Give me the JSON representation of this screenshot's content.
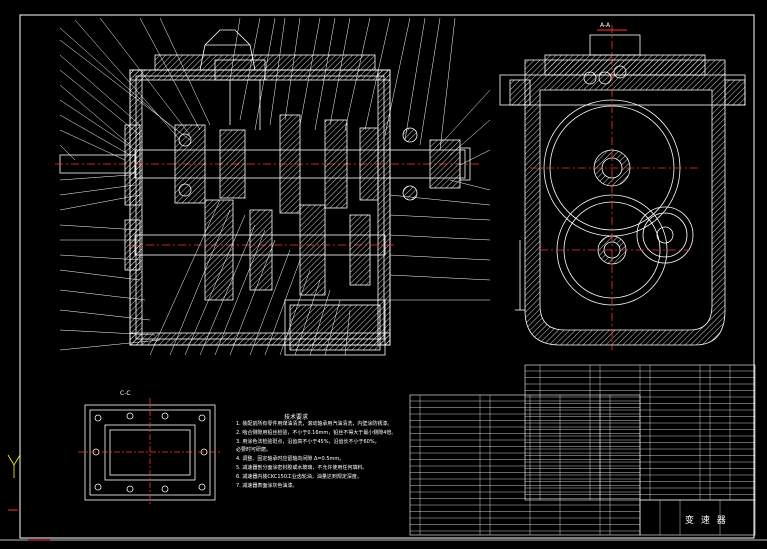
{
  "drawing": {
    "section_label": "C-C",
    "top_label": "A-A",
    "tech_notes_title": "技术要求",
    "notes": [
      "1. 装配前所有零件用煤油清洗，滚动轴承用汽油清洗，内壁涂防锈漆。",
      "2. 啮合侧隙用铅丝检验，不小于0.16mm，铅丝不得大于最小侧隙4倍。",
      "3. 用涂色法检验斑点，沿齿高不小于45%，沿齿长不小于60%，",
      "   必要时可研磨。",
      "4. 调整、固定轴承时应留轴向间隙 Δ=0.5mm。",
      "5. 减速器剖分面涂密封胶或水玻璃，不允许使用任何填料。",
      "6. 减速器内装CKC150工业齿轮油，油量达到规定深度。",
      "7. 减速器表面涂灰色油漆。"
    ],
    "title_block_text": "变 速 器",
    "colors": {
      "background": "#000000",
      "line": "#ffffff",
      "hatch": "#ffffff",
      "center_line": "#ff3333",
      "accent_yellow": "#ffff00"
    }
  }
}
